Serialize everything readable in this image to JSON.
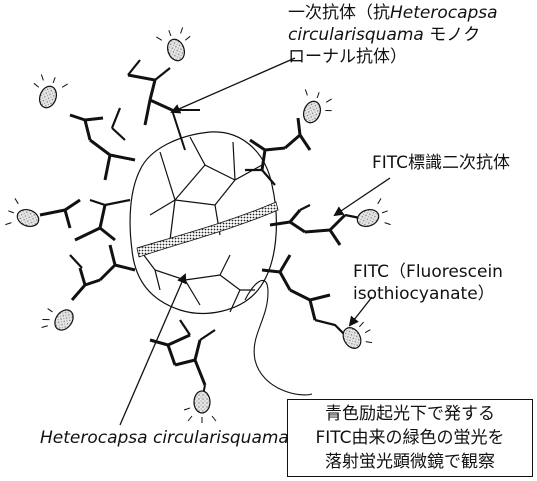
{
  "labels": {
    "primary_antibody": {
      "line1": "一次抗体（抗",
      "line1_italic": "Heterocapsa",
      "line2_italic": "circularisquama",
      "line2_rest": " モノク",
      "line3": "ローナル抗体）"
    },
    "secondary_antibody": "FITC標識二次抗体",
    "fitc": {
      "line1": "FITC（Fluorescein",
      "line2": "isothiocyanate）"
    },
    "cell_name": "Heterocapsa circularisquama"
  },
  "note": {
    "lines": [
      "青色励起光下で発する",
      "FITC由来の緑色の蛍光を",
      "落射蛍光顕微鏡で観察"
    ]
  },
  "colors": {
    "line": "#111111",
    "background": "#ffffff",
    "fluor_fill": "#d9d9d9"
  }
}
